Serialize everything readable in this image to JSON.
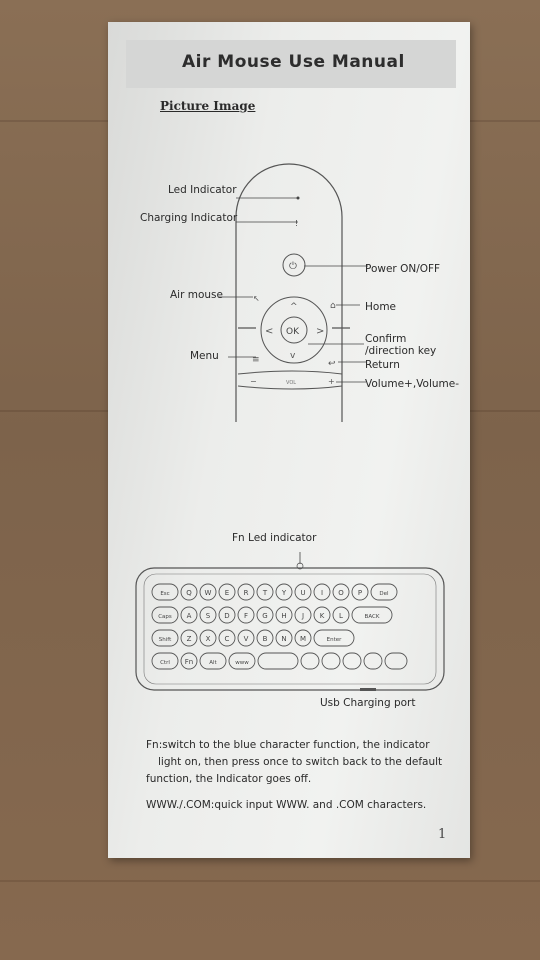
{
  "manual": {
    "title": "Air Mouse Use Manual",
    "section": "Picture Image",
    "labels": {
      "led": "Led Indicator",
      "charging": "Charging Indicator",
      "power": "Power ON/OFF",
      "airmouse": "Air mouse",
      "home": "Home",
      "confirm1": "Confirm",
      "confirm2": "/direction key",
      "menu": "Menu",
      "return": "Return",
      "volume": "Volume+,Volume-",
      "fn_led": "Fn Led indicator",
      "usb": "Usb Charging port"
    },
    "remote": {
      "ok": "OK",
      "vol": "VOL"
    },
    "keyboard": {
      "row1": [
        "Esc",
        "Q",
        "W",
        "E",
        "R",
        "T",
        "Y",
        "U",
        "I",
        "O",
        "P",
        "Del"
      ],
      "row2": [
        "Caps",
        "A",
        "S",
        "D",
        "F",
        "G",
        "H",
        "J",
        "K",
        "L",
        "BACK"
      ],
      "row3": [
        "Shift",
        "Z",
        "X",
        "C",
        "V",
        "B",
        "N",
        "M",
        "Enter"
      ],
      "row4": [
        "Ctrl",
        "Fn",
        "Alt",
        "www"
      ]
    },
    "fn_note_1": "Fn:switch to the blue character function, the indicator",
    "fn_note_2": "light on, then press once to switch back to the default",
    "fn_note_3": "function, the Indicator goes off.",
    "www_note": "WWW./.COM:quick input WWW. and .COM characters.",
    "page_number": "1"
  }
}
